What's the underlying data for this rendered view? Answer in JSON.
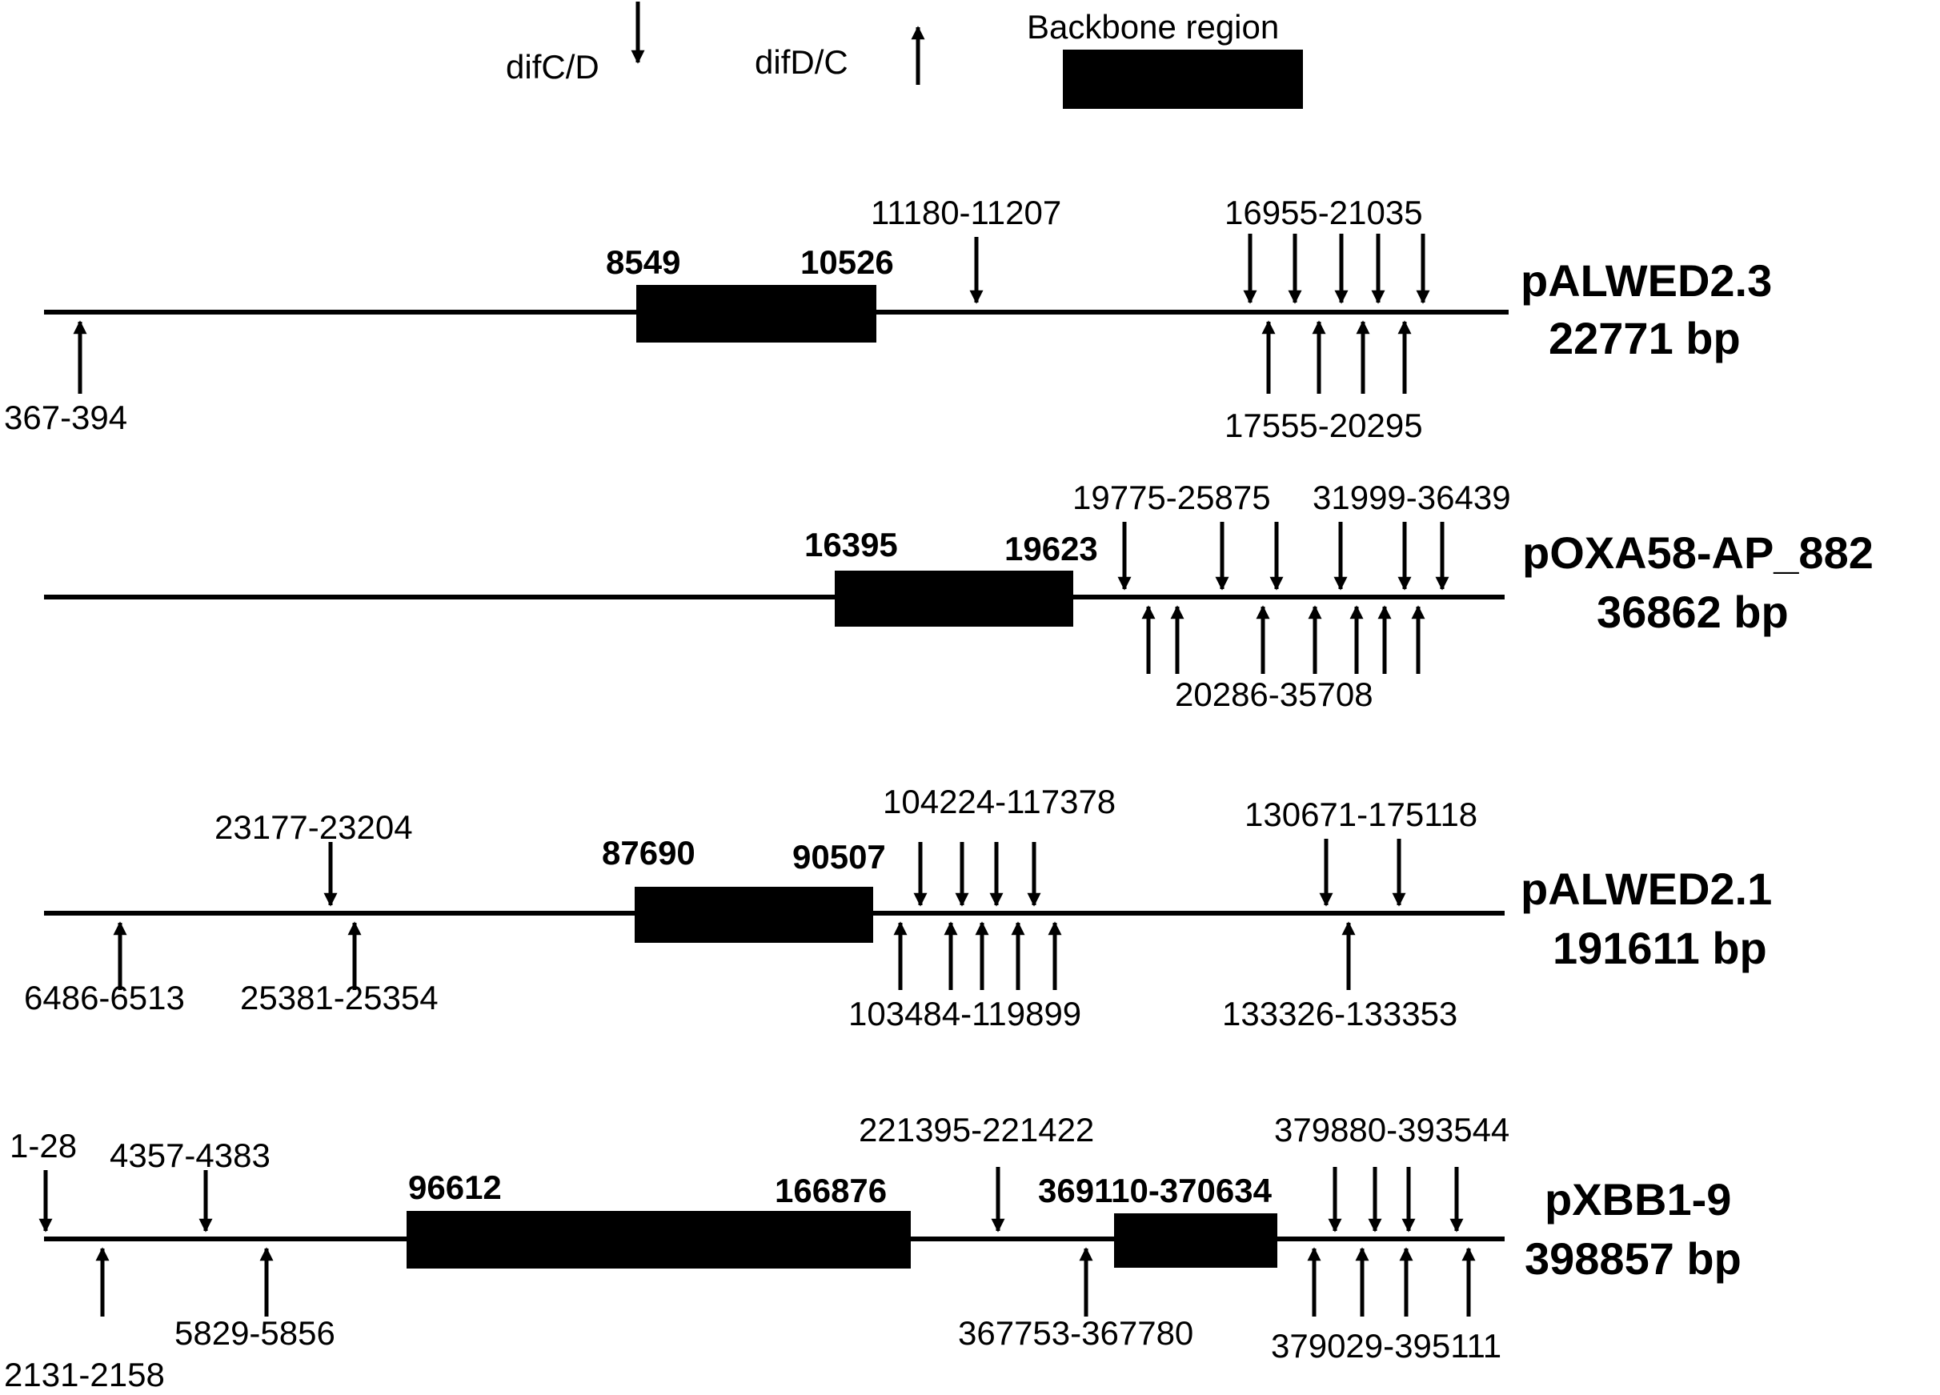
{
  "legend": {
    "down_label": "difC/D",
    "up_label": "difD/C",
    "box_label": "Backbone region"
  },
  "colors": {
    "ink": "#000000",
    "background": "#ffffff"
  },
  "plasmids": [
    {
      "name": "pALWED2.3",
      "size": "22771 bp",
      "backbone": [
        {
          "label": "8549"
        },
        {
          "label": "10526"
        }
      ],
      "down_labels": [
        "11180-11207",
        "16955-21035"
      ],
      "up_labels": [
        "367-394",
        "17555-20295"
      ]
    },
    {
      "name": "pOXA58-AP_882",
      "size": "36862 bp",
      "backbone": [
        {
          "label": "16395"
        },
        {
          "label": "19623"
        }
      ],
      "down_labels": [
        "19775-25875",
        "31999-36439"
      ],
      "up_labels": [
        "20286-35708"
      ]
    },
    {
      "name": "pALWED2.1",
      "size": "191611 bp",
      "backbone": [
        {
          "label": "87690"
        },
        {
          "label": "90507"
        }
      ],
      "down_labels": [
        "23177-23204",
        "104224-117378",
        "130671-175118"
      ],
      "up_labels": [
        "6486-6513",
        "25381-25354",
        "103484-119899",
        "133326-133353"
      ]
    },
    {
      "name": "pXBB1-9",
      "size": "398857 bp",
      "backbone": [
        {
          "label": "96612"
        },
        {
          "label": "166876"
        },
        {
          "label": "369110-370634"
        }
      ],
      "down_labels": [
        "1-28",
        "4357-4383",
        "221395-221422",
        "379880-393544"
      ],
      "up_labels": [
        "2131-2158",
        "5829-5856",
        "367753-367780",
        "379029-395111"
      ]
    }
  ]
}
